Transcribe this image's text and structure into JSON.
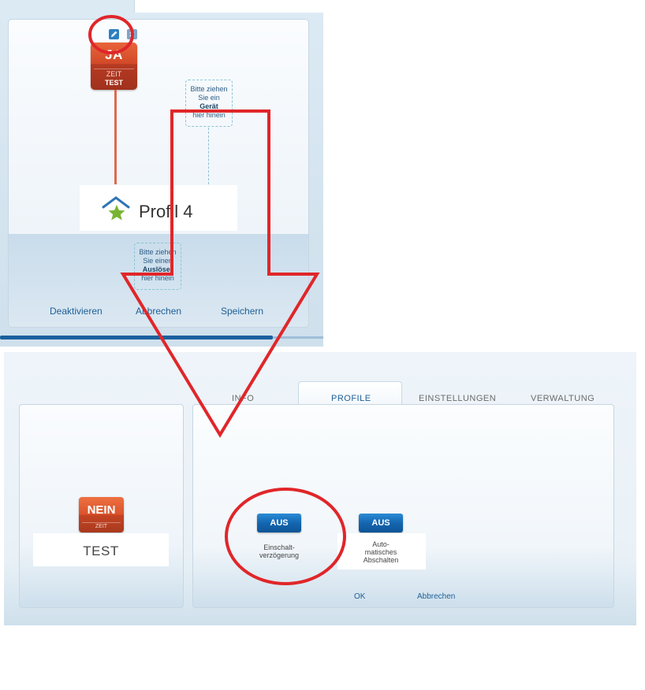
{
  "top_panel": {
    "tile": {
      "title": "JA",
      "line1": "ZEIT",
      "line2": "TEST"
    },
    "drop_device": {
      "line1": "Bitte ziehen",
      "line2": "Sie ein",
      "bold": "Gerät",
      "line3": "hier hinein"
    },
    "drop_trigger": {
      "line1": "Bitte ziehen",
      "line2": "Sie einen",
      "bold": "Auslöser",
      "line3": "hier hinein"
    },
    "profile_name": "Profil 4",
    "actions": {
      "deactivate": "Deaktivieren",
      "cancel": "Abbrechen",
      "save": "Speichern"
    }
  },
  "bottom_panel": {
    "tabs": {
      "info": "INFO",
      "profile": "PROFILE",
      "settings": "EINSTELLUNGEN",
      "admin": "VERWALTUNG"
    },
    "tile": {
      "title": "NEIN",
      "line1": "ZEIT"
    },
    "device_name": "TEST",
    "toggle_delay": {
      "value": "AUS",
      "label_line1": "Einschalt-",
      "label_line2": "verzögerung"
    },
    "toggle_auto_off": {
      "value": "AUS",
      "label_line1": "Auto-",
      "label_line2": "matisches",
      "label_line3": "Abschalten"
    },
    "actions": {
      "ok": "OK",
      "cancel": "Abbrechen"
    }
  },
  "colors": {
    "annotation_red": "#e0262a",
    "accent_blue": "#1d5f96",
    "tile_orange": "#d14a28",
    "button_blue": "#1466b0"
  },
  "icons": {
    "edit": "pencil-icon",
    "close": "close-icon",
    "home": "home-star-icon"
  }
}
